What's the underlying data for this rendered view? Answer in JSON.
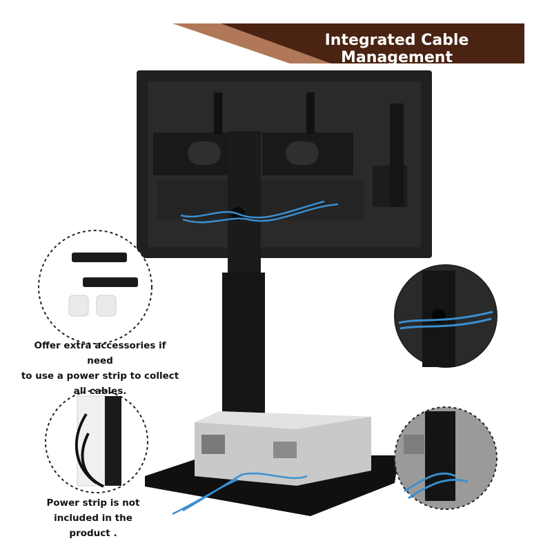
{
  "banner": {
    "title": "Integrated Cable Management",
    "color": "#4a2312",
    "stripe_color": "#b07858"
  },
  "callouts": {
    "accessories_text_line1": "Offer extra accessories if need",
    "accessories_text_line2": "to use a power strip to collect",
    "accessories_text_line3": "all cables.",
    "power_strip_text_line1": "Power strip is not",
    "power_strip_text_line2": "included in the product ."
  },
  "colors": {
    "stand": "#1a1a1a",
    "tv_back": "#222222",
    "cable": "#3a8fd0",
    "receiver": "#c9c9c9"
  }
}
